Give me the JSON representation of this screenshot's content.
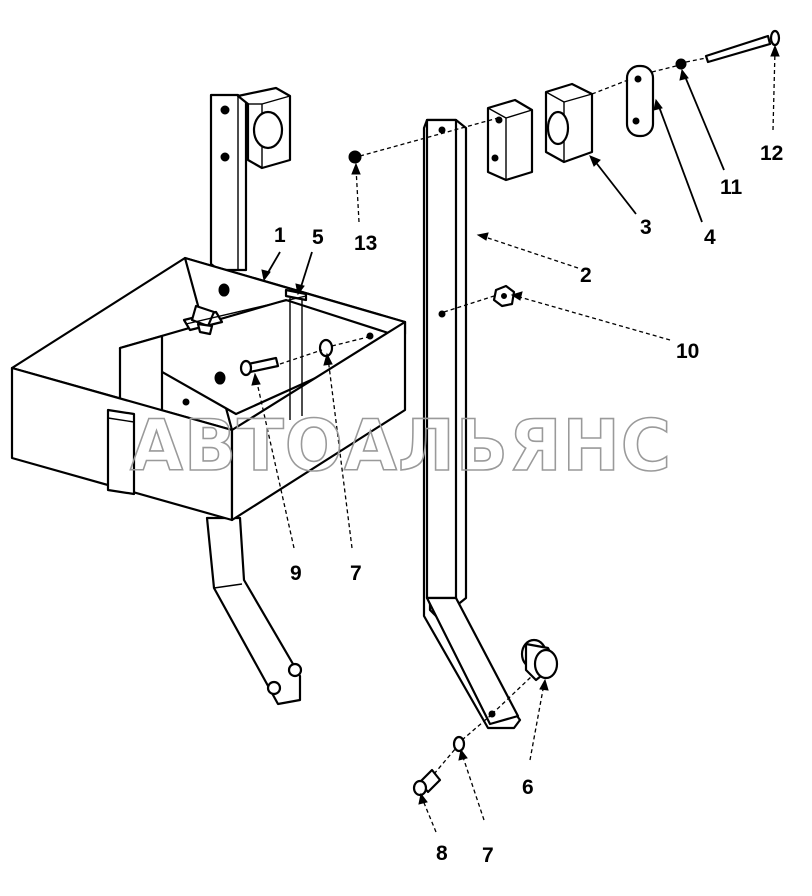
{
  "diagram": {
    "watermark": "АВТОАЛЬЯНС",
    "callouts": [
      {
        "id": "1",
        "text": "1"
      },
      {
        "id": "2",
        "text": "2"
      },
      {
        "id": "3",
        "text": "3"
      },
      {
        "id": "4",
        "text": "4"
      },
      {
        "id": "5",
        "text": "5"
      },
      {
        "id": "6",
        "text": "6"
      },
      {
        "id": "7a",
        "text": "7"
      },
      {
        "id": "7b",
        "text": "7"
      },
      {
        "id": "8",
        "text": "8"
      },
      {
        "id": "9",
        "text": "9"
      },
      {
        "id": "10",
        "text": "10"
      },
      {
        "id": "11",
        "text": "11"
      },
      {
        "id": "12",
        "text": "12"
      },
      {
        "id": "13",
        "text": "13"
      }
    ]
  }
}
